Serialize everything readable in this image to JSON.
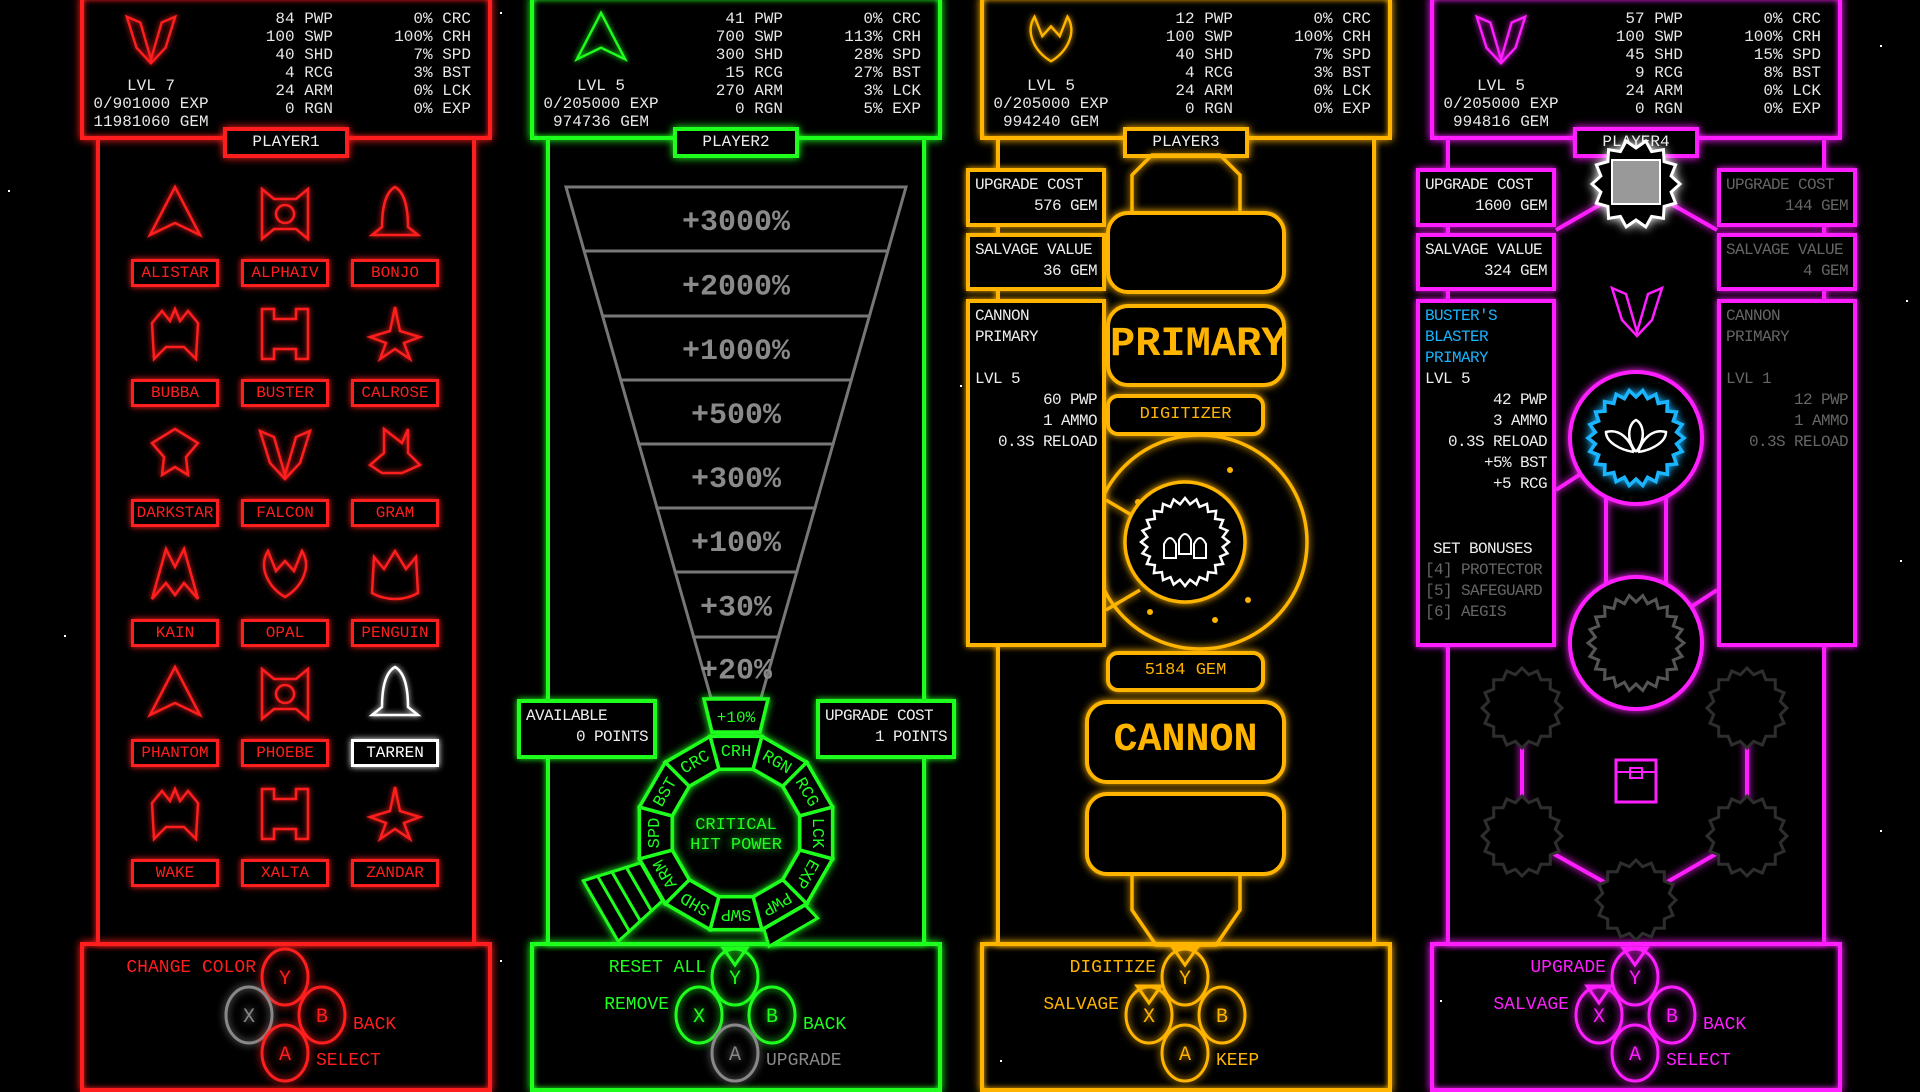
{
  "colors": {
    "player1": "#ff1e1e",
    "player2": "#1eff1e",
    "player3": "#ffb400",
    "player4": "#ff1eff",
    "accent_blue": "#1ab4ff",
    "dim": "#666666"
  },
  "players": [
    {
      "tab": "PLAYER1",
      "level": "LVL 7",
      "exp": "0/901000 EXP",
      "gems": "11981060 GEM",
      "stats_left": [
        "84 PWP",
        "100 SWP",
        "40 SHD",
        "4 RCG",
        "24 ARM",
        "0 RGN"
      ],
      "stats_right": [
        "0% CRC",
        "100% CRH",
        "7% SPD",
        "3% BST",
        "0% LCK",
        "0% EXP"
      ],
      "controls": {
        "y": "CHANGE COLOR",
        "x": "",
        "b": "BACK",
        "a": "SELECT"
      }
    },
    {
      "tab": "PLAYER2",
      "level": "LVL 5",
      "exp": "0/205000 EXP",
      "gems": "974736 GEM",
      "stats_left": [
        "41 PWP",
        "700 SWP",
        "300 SHD",
        "15 RCG",
        "270 ARM",
        "0 RGN"
      ],
      "stats_right": [
        "0% CRC",
        "113% CRH",
        "28% SPD",
        "27% BST",
        "3% LCK",
        "5% EXP"
      ],
      "controls": {
        "y": "RESET ALL",
        "x": "REMOVE",
        "b": "BACK",
        "a": "UPGRADE"
      }
    },
    {
      "tab": "PLAYER3",
      "level": "LVL 5",
      "exp": "0/205000 EXP",
      "gems": "994240 GEM",
      "stats_left": [
        "12 PWP",
        "100 SWP",
        "40 SHD",
        "4 RCG",
        "24 ARM",
        "0 RGN"
      ],
      "stats_right": [
        "0% CRC",
        "100% CRH",
        "7% SPD",
        "3% BST",
        "0% LCK",
        "0% EXP"
      ],
      "controls": {
        "y": "DIGITIZE",
        "x": "SALVAGE",
        "b": "",
        "a": "KEEP"
      }
    },
    {
      "tab": "PLAYER4",
      "level": "LVL 5",
      "exp": "0/205000 EXP",
      "gems": "994816 GEM",
      "stats_left": [
        "57 PWP",
        "100 SWP",
        "45 SHD",
        "9 RCG",
        "24 ARM",
        "0 RGN"
      ],
      "stats_right": [
        "0% CRC",
        "100% CRH",
        "15% SPD",
        "8% BST",
        "0% LCK",
        "0% EXP"
      ],
      "controls": {
        "y": "UPGRADE",
        "x": "SALVAGE",
        "b": "BACK",
        "a": "SELECT"
      }
    }
  ],
  "button_letters": {
    "y": "Y",
    "x": "X",
    "b": "B",
    "a": "A"
  },
  "ship_select": {
    "ships": [
      "ALISTAR",
      "ALPHAIV",
      "BONJO",
      "BUBBA",
      "BUSTER",
      "CALROSE",
      "DARKSTAR",
      "FALCON",
      "GRAM",
      "KAIN",
      "OPAL",
      "PENGUIN",
      "PHANTOM",
      "PHOEBE",
      "TARREN",
      "WAKE",
      "XALTA",
      "ZANDAR"
    ],
    "selected": "TARREN"
  },
  "stat_upgrade": {
    "tiers": [
      "+3000%",
      "+2000%",
      "+1000%",
      "+500%",
      "+300%",
      "+100%",
      "+30%",
      "+20%"
    ],
    "current_tier": "+10%",
    "available_label": "AVAILABLE",
    "available_value": "0 POINTS",
    "cost_label": "UPGRADE COST",
    "cost_value": "1 POINTS",
    "wheel": [
      "CRH",
      "RGN",
      "RCG",
      "LCK",
      "EXP",
      "PWP",
      "SWP",
      "SHD",
      "ARM",
      "SPD",
      "BST",
      "CRC"
    ],
    "selected_stat": "CRITICAL HIT POWER"
  },
  "weapon": {
    "upgrade_label": "UPGRADE COST",
    "upgrade_value": "576 GEM",
    "salvage_label": "SALVAGE VALUE",
    "salvage_value": "36 GEM",
    "name_lines": [
      "CANNON",
      "PRIMARY"
    ],
    "level": "LVL 5",
    "stats": [
      "60 PWP",
      "1 AMMO",
      "0.3S RELOAD"
    ],
    "slot_primary": "PRIMARY",
    "slot_digitizer": "DIGITIZER",
    "gem_cost": "5184 GEM",
    "slot_cannon": "CANNON"
  },
  "equipment": {
    "left": {
      "upgrade_label": "UPGRADE COST",
      "upgrade_value": "1600 GEM",
      "salvage_label": "SALVAGE VALUE",
      "salvage_value": "324 GEM",
      "name_lines": [
        "BUSTER'S",
        "BLASTER",
        "PRIMARY"
      ],
      "level": "LVL 5",
      "stats": [
        "42 PWP",
        "3 AMMO",
        "0.3S RELOAD",
        "+5% BST",
        "+5 RCG"
      ],
      "set_title": "SET BONUSES",
      "set_bonuses": [
        "[4] PROTECTOR",
        "[5] SAFEGUARD",
        "[6] AEGIS"
      ]
    },
    "right": {
      "upgrade_label": "UPGRADE COST",
      "upgrade_value": "144 GEM",
      "salvage_label": "SALVAGE VALUE",
      "salvage_value": "4 GEM",
      "name_lines": [
        "CANNON",
        "PRIMARY"
      ],
      "level": "LVL 1",
      "stats": [
        "12 PWP",
        "1 AMMO",
        "0.3S RELOAD"
      ]
    }
  }
}
